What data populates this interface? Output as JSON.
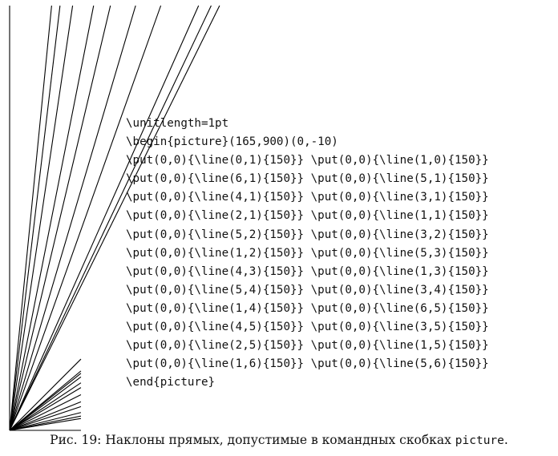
{
  "code_lines": [
    "\\unitlength=1pt",
    "\\begin{picture}(165,900)(0,-10)",
    "\\put(0,0){\\line(0,1){150}} \\put(0,0){\\line(1,0){150}}",
    "\\put(0,0){\\line(6,1){150}} \\put(0,0){\\line(5,1){150}}",
    "\\put(0,0){\\line(4,1){150}} \\put(0,0){\\line(3,1){150}}",
    "\\put(0,0){\\line(2,1){150}} \\put(0,0){\\line(1,1){150}}",
    "\\put(0,0){\\line(5,2){150}} \\put(0,0){\\line(3,2){150}}",
    "\\put(0,0){\\line(1,2){150}} \\put(0,0){\\line(5,3){150}}",
    "\\put(0,0){\\line(4,3){150}} \\put(0,0){\\line(1,3){150}}",
    "\\put(0,0){\\line(5,4){150}} \\put(0,0){\\line(3,4){150}}",
    "\\put(0,0){\\line(1,4){150}} \\put(0,0){\\line(6,5){150}}",
    "\\put(0,0){\\line(4,5){150}} \\put(0,0){\\line(3,5){150}}",
    "\\put(0,0){\\line(2,5){150}} \\put(0,0){\\line(1,5){150}}",
    "\\put(0,0){\\line(1,6){150}} \\put(0,0){\\line(5,6){150}}",
    "\\end{picture}"
  ],
  "caption": {
    "prefix": "Рис. 19: Наклоны прямых, допустимые в командных скобках ",
    "env_name": "picture",
    "suffix": "."
  },
  "figure": {
    "slopes": [
      [
        0,
        1
      ],
      [
        1,
        0
      ],
      [
        6,
        1
      ],
      [
        5,
        1
      ],
      [
        4,
        1
      ],
      [
        3,
        1
      ],
      [
        2,
        1
      ],
      [
        1,
        1
      ],
      [
        5,
        2
      ],
      [
        3,
        2
      ],
      [
        1,
        2
      ],
      [
        5,
        3
      ],
      [
        4,
        3
      ],
      [
        1,
        3
      ],
      [
        5,
        4
      ],
      [
        3,
        4
      ],
      [
        1,
        4
      ],
      [
        6,
        5
      ],
      [
        4,
        5
      ],
      [
        3,
        5
      ],
      [
        2,
        5
      ],
      [
        1,
        5
      ],
      [
        1,
        6
      ],
      [
        5,
        6
      ]
    ],
    "line_length": 150,
    "line_color": "#000000"
  }
}
